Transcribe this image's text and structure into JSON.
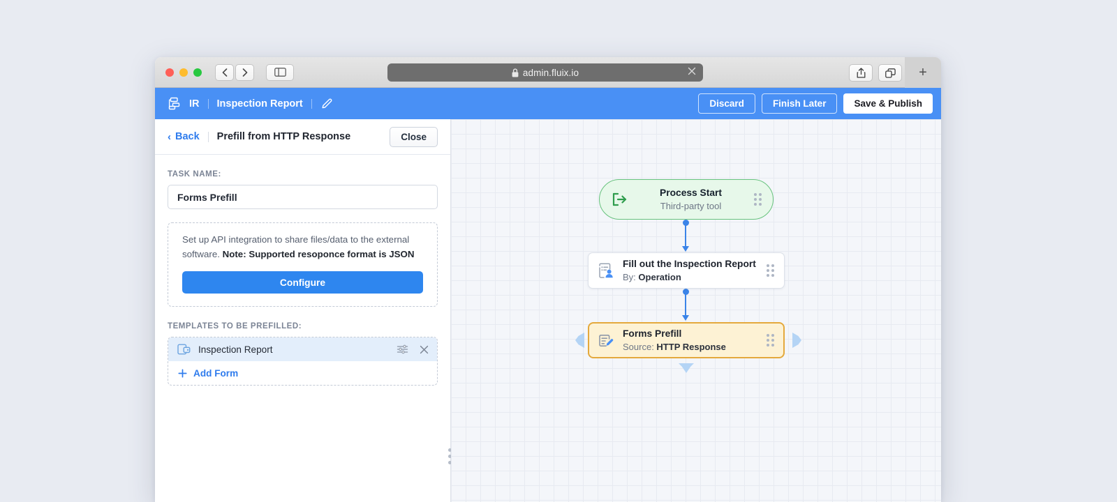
{
  "browser": {
    "url": "admin.fluix.io",
    "lock_icon": "lock-icon",
    "back_icon": "chevron-left-icon",
    "forward_icon": "chevron-right-icon",
    "sidebar_icon": "sidebar-toggle-icon",
    "share_icon": "share-icon",
    "tabs_icon": "tab-overview-icon",
    "new_tab_label": "+",
    "close_tab_icon": "close-icon"
  },
  "app_header": {
    "workflow_icon": "workflow-icon",
    "breadcrumb": [
      {
        "label": "IR"
      },
      {
        "label": "Inspection Report"
      }
    ],
    "edit_icon": "pencil-icon",
    "actions": {
      "discard": "Discard",
      "finish_later": "Finish Later",
      "save_publish": "Save & Publish"
    }
  },
  "panel": {
    "back_label": "Back",
    "back_icon": "chevron-left-icon",
    "title": "Prefill from HTTP Response",
    "close_label": "Close",
    "task_name_label": "TASK NAME:",
    "task_name_value": "Forms Prefill",
    "api_text_plain": "Set up API integration to share files/data to the external software. ",
    "api_text_bold": "Note: Supported resoponce format is JSON",
    "configure_label": "Configure",
    "templates_label": "TEMPLATES TO BE PREFILLED:",
    "template_row": {
      "icon": "form-template-icon",
      "name": "Inspection Report",
      "settings_icon": "sliders-icon",
      "remove_icon": "close-icon"
    },
    "add_form_label": "Add Form",
    "add_form_icon": "plus-icon",
    "resize_handle_icon": "drag-dots-icon"
  },
  "canvas": {
    "nodes": [
      {
        "id": "start",
        "icon": "process-start-icon",
        "title": "Process Start",
        "subtitle_prefix": "",
        "subtitle": "Third-party tool",
        "grip_icon": "drag-grip-icon"
      },
      {
        "id": "task",
        "icon": "form-user-icon",
        "title": "Fill out the Inspection Report",
        "subtitle_prefix": "By: ",
        "subtitle": "Operation",
        "grip_icon": "drag-grip-icon"
      },
      {
        "id": "prefill",
        "icon": "form-edit-icon",
        "title": "Forms Prefill",
        "subtitle_prefix": "Source: ",
        "subtitle": "HTTP Response",
        "grip_icon": "drag-grip-icon"
      }
    ],
    "handles": {
      "left_icon": "add-branch-left-icon",
      "right_icon": "add-branch-right-icon",
      "down_icon": "add-step-down-icon"
    }
  },
  "colors": {
    "brand_blue": "#4990f5",
    "link_blue": "#2f7ced",
    "start_green": "#67c27d",
    "selected_amber": "#e4a93c",
    "selected_fill": "#fdf2d4",
    "connector_blue": "#3b84e8"
  }
}
